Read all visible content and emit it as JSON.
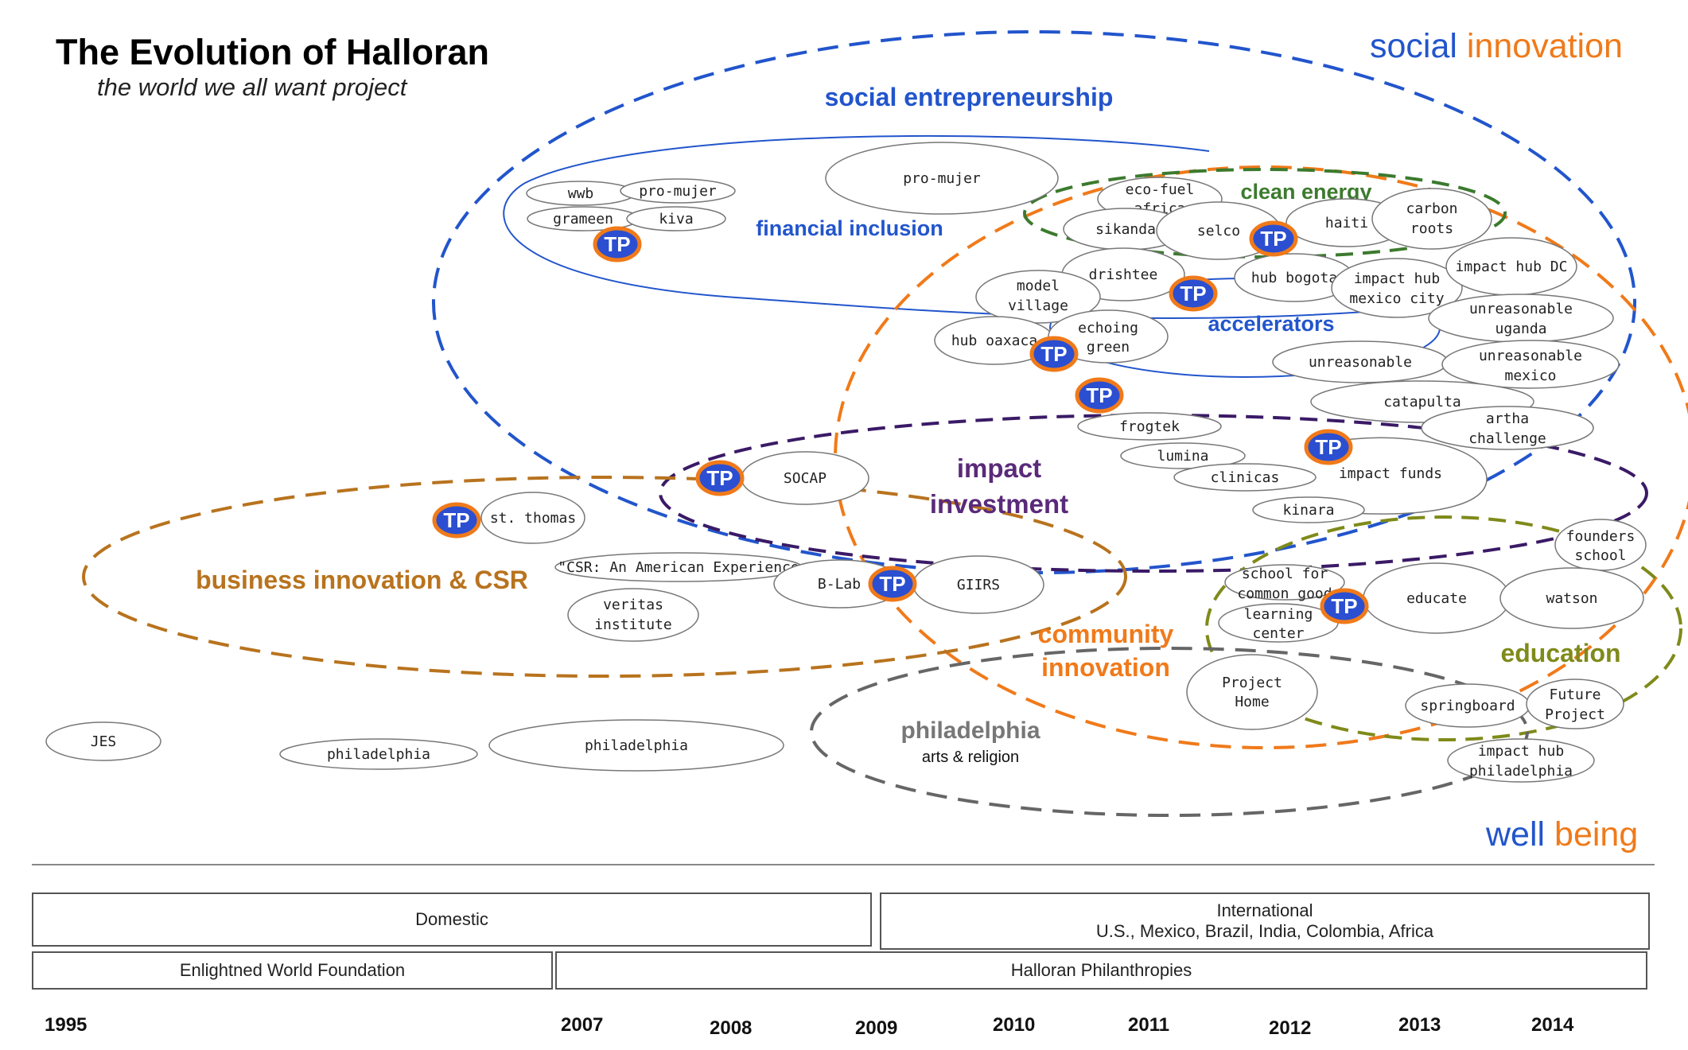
{
  "header": {
    "title": "The Evolution of Halloran",
    "subtitle": "the world we all want project"
  },
  "corners": {
    "top": {
      "word1": "social",
      "word2": "innovation"
    },
    "bottom": {
      "word1": "well",
      "word2": "being"
    }
  },
  "regions": {
    "social_entrepreneurship": "social entrepreneurship",
    "financial_inclusion": "financial inclusion",
    "clean_energy": "clean energy",
    "accelerators": "accelerators",
    "impact_investment_1": "impact",
    "impact_investment_2": "investment",
    "business_innovation": "business innovation & CSR",
    "community_innovation_1": "community",
    "community_innovation_2": "innovation",
    "education": "education",
    "philadelphia": "philadelphia",
    "arts_religion": "arts & religion"
  },
  "nodes": {
    "wwb": "wwb",
    "pro_mujer_small": "pro-mujer",
    "grameen": "grameen",
    "kiva": "kiva",
    "pro_mujer_large": "pro-mujer",
    "eco_fuel_1": "eco-fuel",
    "eco_fuel_2": "africa",
    "sikanda": "sikanda",
    "selco": "selco",
    "haiti": "haiti",
    "carbon_1": "carbon",
    "carbon_2": "roots",
    "drishtee": "drishtee",
    "model_village_1": "model",
    "model_village_2": "village",
    "hub_bogota": "hub bogota",
    "impact_hub_mexico_1": "impact hub",
    "impact_hub_mexico_2": "mexico city",
    "impact_hub_dc": "impact hub DC",
    "unreasonable_uganda_1": "unreasonable",
    "unreasonable_uganda_2": "uganda",
    "hub_oaxaca": "hub oaxaca",
    "echoing_green_1": "echoing",
    "echoing_green_2": "green",
    "unreasonable": "unreasonable",
    "unreasonable_mexico_1": "unreasonable",
    "unreasonable_mexico_2": "mexico",
    "catapulta": "catapulta",
    "artha_1": "artha",
    "artha_2": "challenge",
    "frogtek": "frogtek",
    "lumina": "lumina",
    "clinicas": "clinicas",
    "impact_funds": "impact funds",
    "kinara": "kinara",
    "socap": "SOCAP",
    "st_thomas": "st. thomas",
    "csr_book": "\"CSR: An American Experience",
    "veritas_1": "veritas",
    "veritas_2": "institute",
    "b_lab": "B-Lab",
    "giirs": "GIIRS",
    "founders_1": "founders",
    "founders_2": "school",
    "school_good_1": "school for",
    "school_good_2": "common good",
    "learning_1": "learning",
    "learning_2": "center",
    "educate": "educate",
    "watson": "watson",
    "project_home_1": "Project",
    "project_home_2": "Home",
    "springboard": "springboard",
    "future_1": "Future",
    "future_2": "Project",
    "impact_hub_phl_1": "impact hub",
    "impact_hub_phl_2": "philadelphia",
    "jes": "JES",
    "philadelphia_1": "philadelphia",
    "philadelphia_2": "philadelphia"
  },
  "tp_label": "TP",
  "timeline": {
    "domestic": "Domestic",
    "international_1": "International",
    "international_2": "U.S., Mexico, Brazil, India, Colombia, Africa",
    "enlightened": "Enlightned World Foundation",
    "halloran": "Halloran Philanthropies"
  },
  "years": [
    "1995",
    "2007",
    "2008",
    "2009",
    "2010",
    "2011",
    "2012",
    "2013",
    "2014"
  ],
  "colors": {
    "blue": "#2255cc",
    "orange": "#f07a1a",
    "green": "#3c7a2e",
    "purple": "#5a2a7a",
    "brown": "#b8731e",
    "olive": "#7f8a1a",
    "gray": "#666666",
    "tp_fill": "#2b4fd0",
    "tp_ring": "#f07a1a"
  }
}
